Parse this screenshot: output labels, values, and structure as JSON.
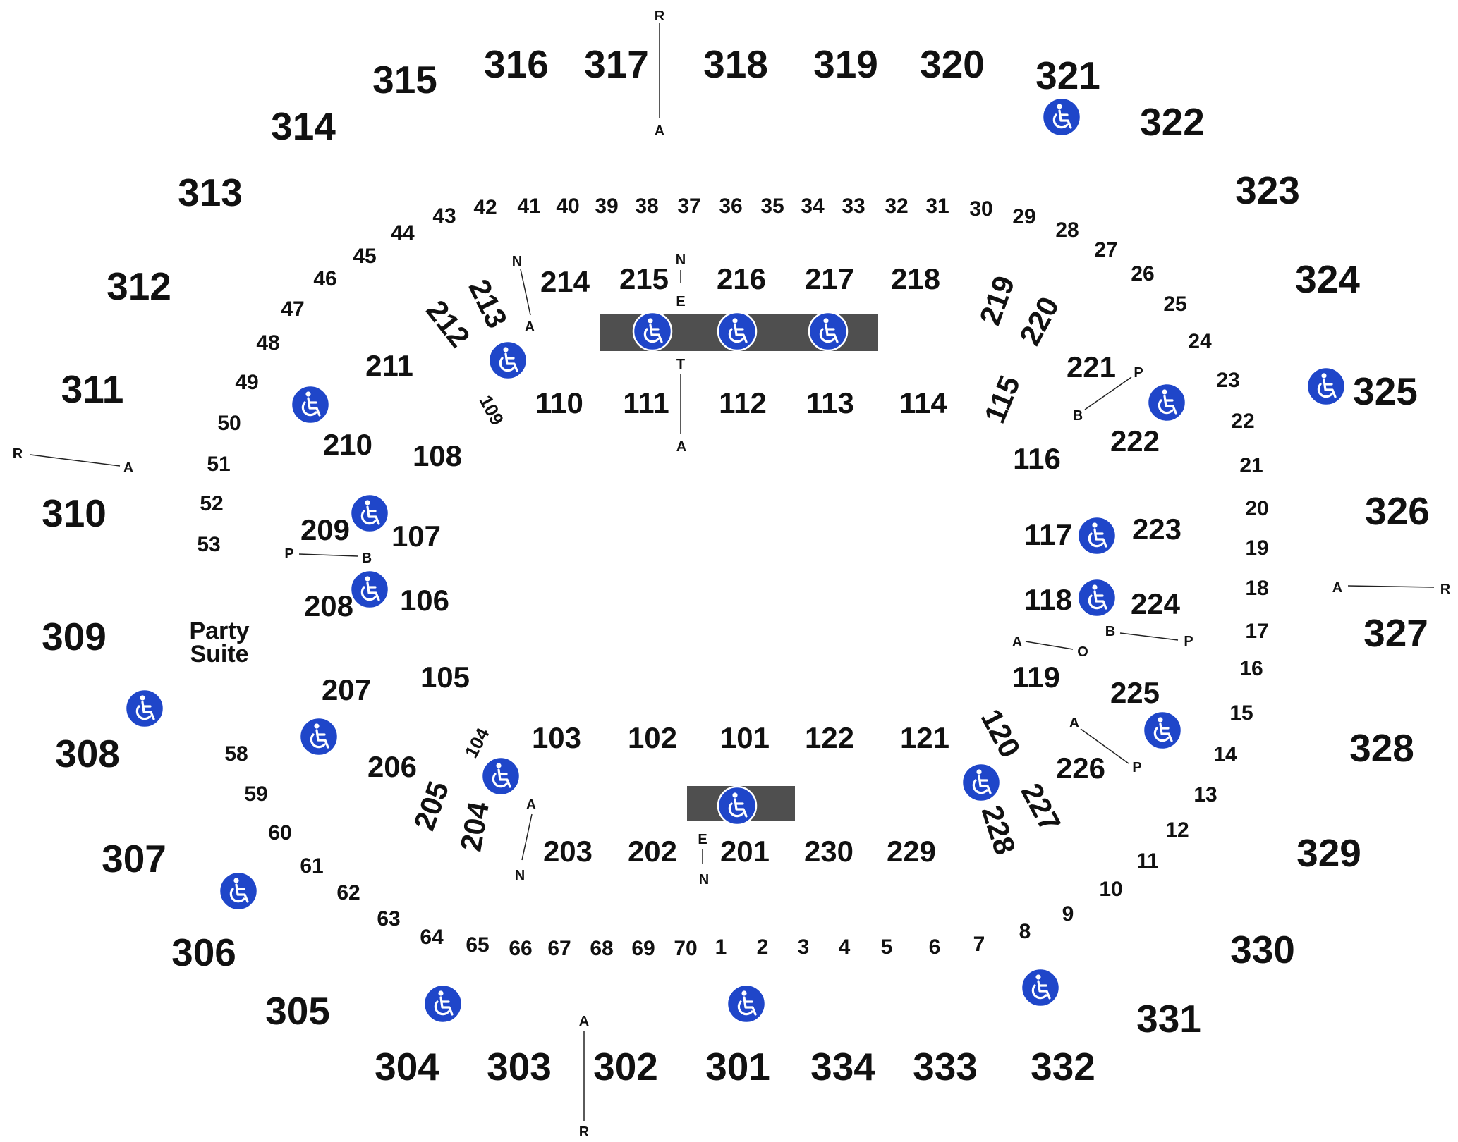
{
  "colors": {
    "accessible": "#1f46c9",
    "stage": "#4f4f4f",
    "text": "#111111"
  },
  "icon": "wheelchair-accessible-icon",
  "sections_300": [
    "301",
    "302",
    "303",
    "304",
    "305",
    "306",
    "307",
    "308",
    "309",
    "310",
    "311",
    "312",
    "313",
    "314",
    "315",
    "316",
    "317",
    "318",
    "319",
    "320",
    "321",
    "322",
    "323",
    "324",
    "325",
    "326",
    "327",
    "328",
    "329",
    "330",
    "331",
    "332",
    "333",
    "334"
  ],
  "sections_200": [
    "201",
    "202",
    "203",
    "204",
    "205",
    "206",
    "207",
    "208",
    "209",
    "210",
    "211",
    "212",
    "213",
    "214",
    "215",
    "216",
    "217",
    "218",
    "219",
    "220",
    "221",
    "222",
    "223",
    "224",
    "225",
    "226",
    "227",
    "228",
    "229",
    "230"
  ],
  "sections_100": [
    "101",
    "102",
    "103",
    "104",
    "105",
    "106",
    "107",
    "108",
    "109",
    "110",
    "111",
    "112",
    "113",
    "114",
    "115",
    "116",
    "117",
    "118",
    "119",
    "120",
    "121",
    "122"
  ],
  "suites": [
    "1",
    "2",
    "3",
    "4",
    "5",
    "6",
    "7",
    "8",
    "9",
    "10",
    "11",
    "12",
    "13",
    "14",
    "15",
    "16",
    "17",
    "18",
    "19",
    "20",
    "21",
    "22",
    "23",
    "24",
    "25",
    "26",
    "27",
    "28",
    "29",
    "30",
    "31",
    "32",
    "33",
    "34",
    "35",
    "36",
    "37",
    "38",
    "39",
    "40",
    "41",
    "42",
    "43",
    "44",
    "45",
    "46",
    "47",
    "48",
    "49",
    "50",
    "51",
    "52",
    "53",
    "58",
    "59",
    "60",
    "61",
    "62",
    "63",
    "64",
    "65",
    "66",
    "67",
    "68",
    "69",
    "70"
  ],
  "party_suite": [
    "Party",
    "Suite"
  ],
  "row_markers": [
    [
      "R",
      "A"
    ],
    [
      "R",
      "A"
    ],
    [
      "A",
      "R"
    ],
    [
      "A",
      "R"
    ],
    [
      "N",
      "A"
    ],
    [
      "N",
      "E"
    ],
    [
      "T",
      "A"
    ],
    [
      "P",
      "B"
    ],
    [
      "P",
      "B"
    ],
    [
      "A",
      "O"
    ],
    [
      "B",
      "P"
    ],
    [
      "A",
      "P"
    ],
    [
      "A",
      "N"
    ],
    [
      "E",
      "N"
    ]
  ]
}
